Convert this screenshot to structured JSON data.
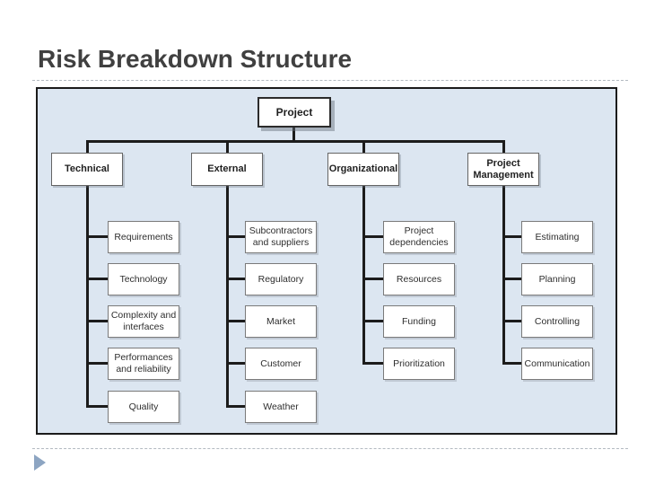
{
  "slide": {
    "title": "Risk Breakdown Structure"
  },
  "diagram": {
    "type": "tree",
    "root": {
      "label": "Project"
    },
    "branches": [
      {
        "label": "Technical",
        "children": [
          "Requirements",
          "Technology",
          "Complexity and interfaces",
          "Performances and reliability",
          "Quality"
        ]
      },
      {
        "label": "External",
        "children": [
          "Subcontractors and suppliers",
          "Regulatory",
          "Market",
          "Customer",
          "Weather"
        ]
      },
      {
        "label": "Organizational",
        "children": [
          "Project dependencies",
          "Resources",
          "Funding",
          "Prioritization"
        ]
      },
      {
        "label": "Project Management",
        "children": [
          "Estimating",
          "Planning",
          "Controlling",
          "Communication"
        ]
      }
    ]
  },
  "colors": {
    "panel_background": "#dce6f1",
    "connector_line": "#1c1c1c",
    "box_fill": "#ffffff",
    "box_border": "#6e6e6e",
    "root_box_border": "#2b2b2b",
    "title_text": "#404040",
    "dashed_separator": "#b3bac1",
    "bullet_arrow": "#8da5c2"
  }
}
